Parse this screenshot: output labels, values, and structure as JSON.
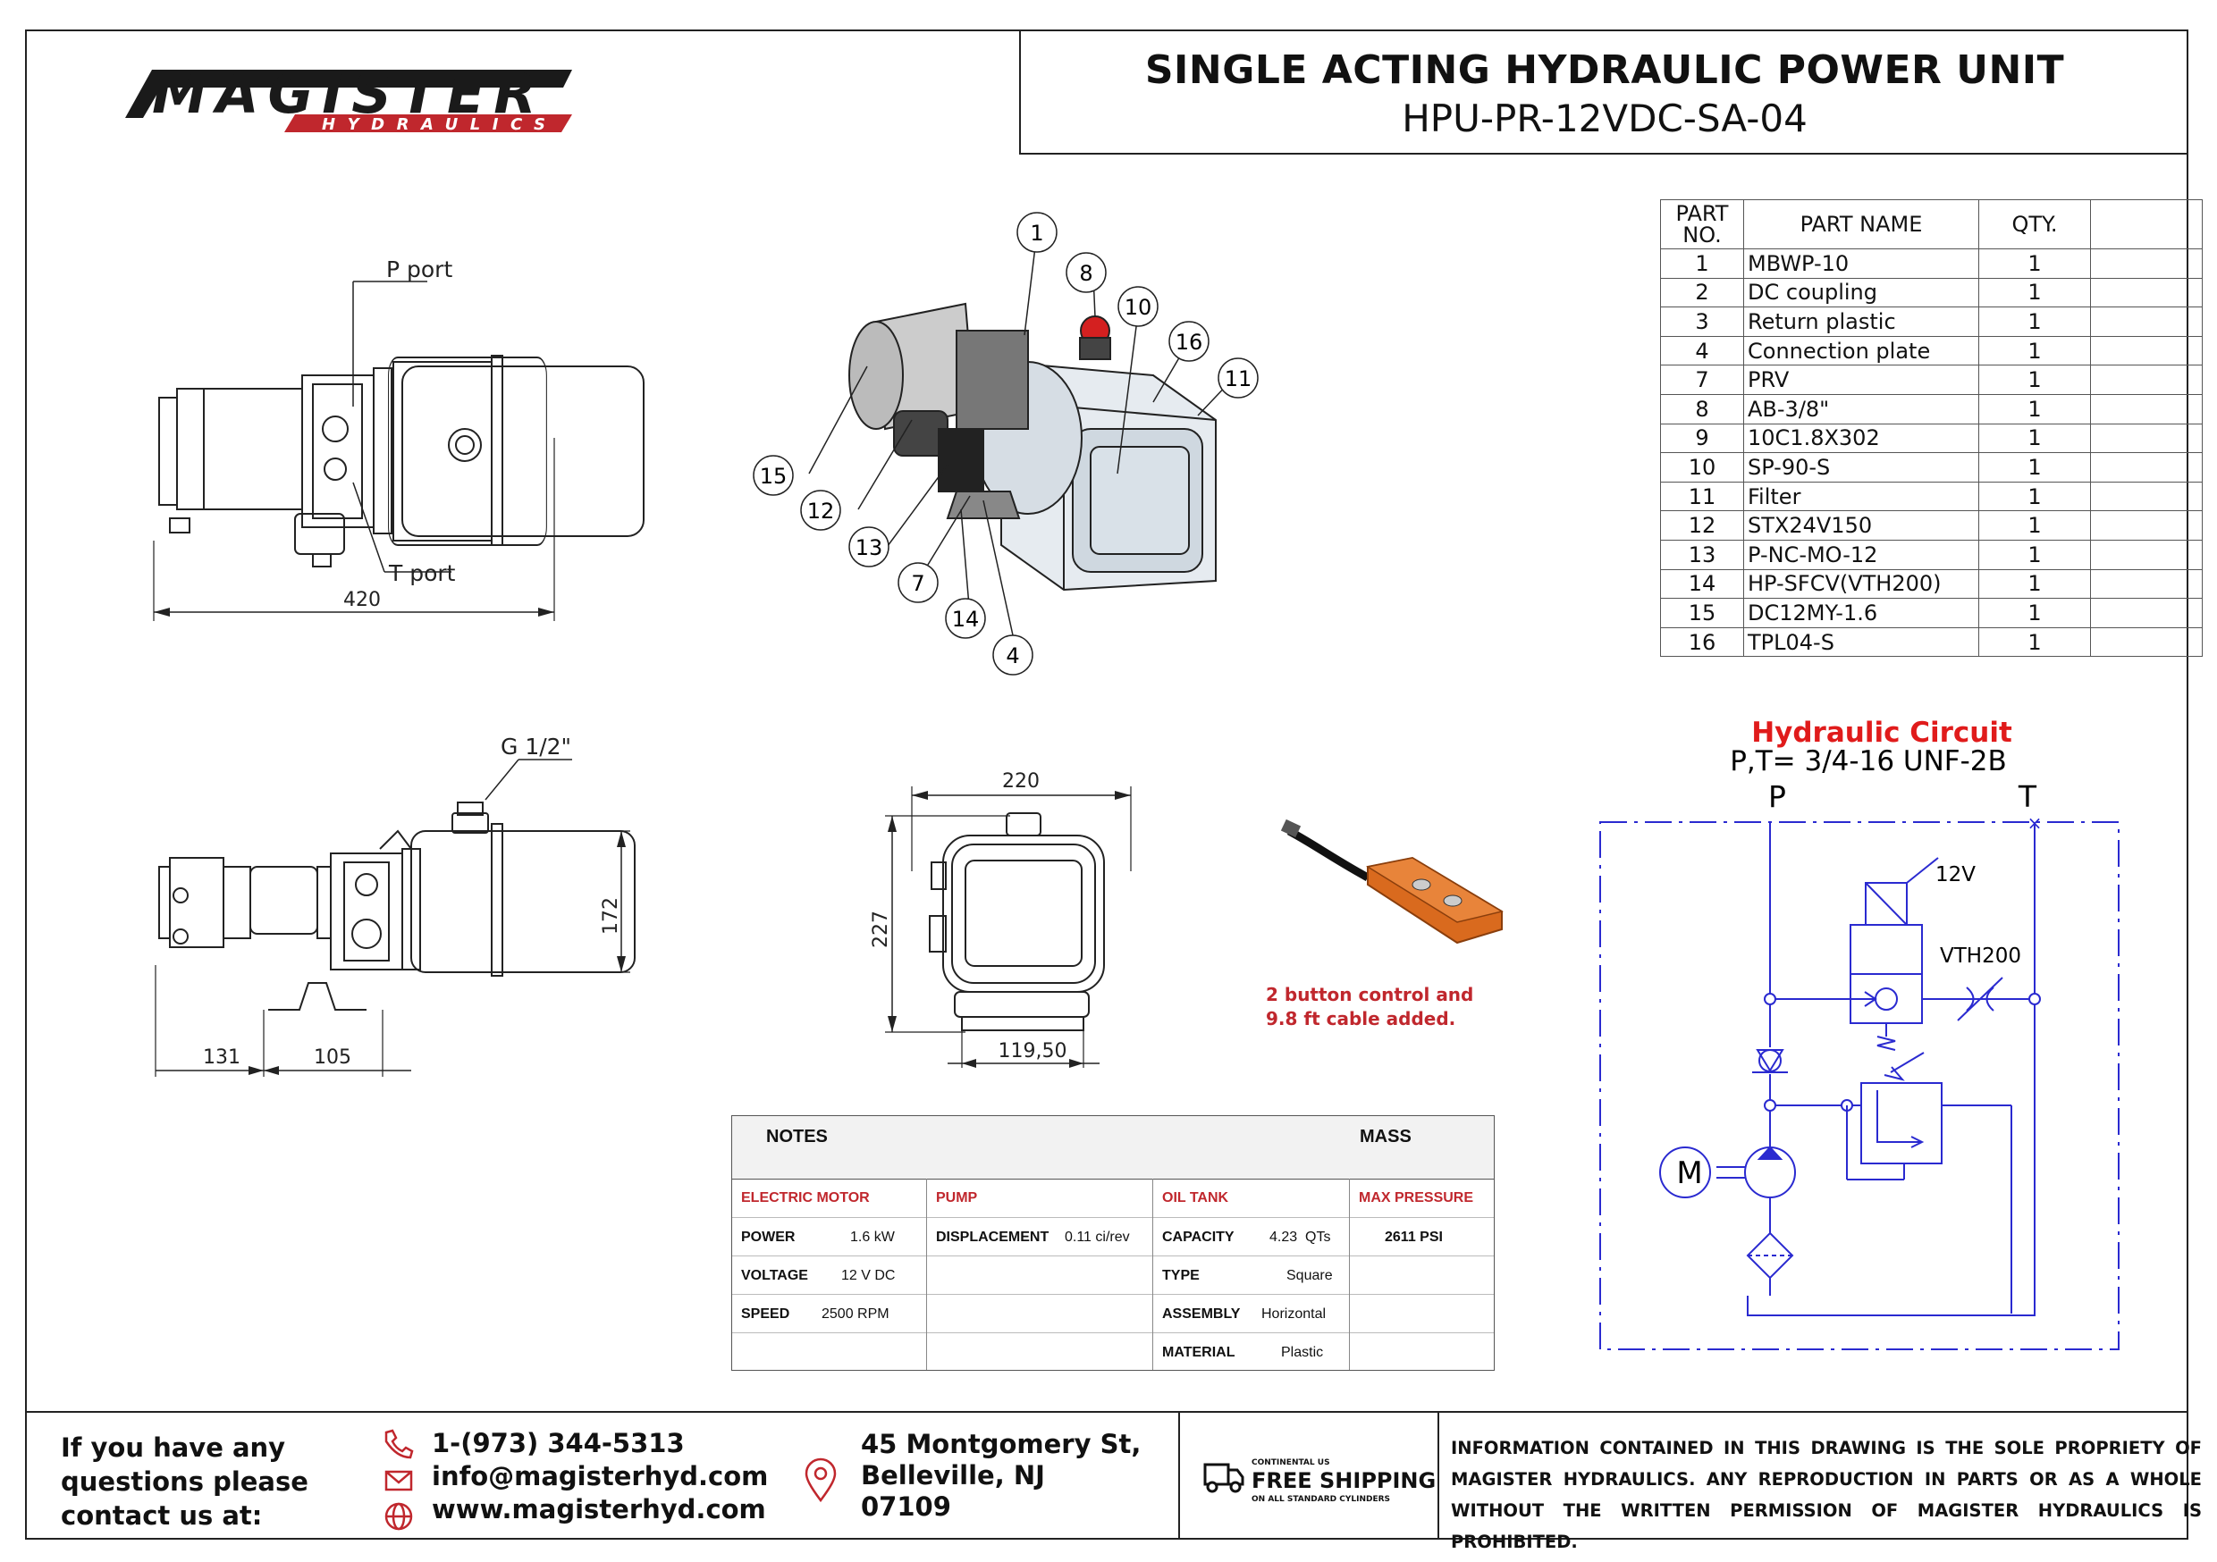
{
  "logo": {
    "brand": "MAGISTER",
    "sub": "HYDRAULICS"
  },
  "title": {
    "line1": "SINGLE ACTING HYDRAULIC POWER UNIT",
    "line2": "HPU-PR-12VDC-SA-04"
  },
  "side_view": {
    "p_port": "P port",
    "t_port": "T port",
    "length": "420"
  },
  "front_view": {
    "thread": "G 1/2\"",
    "height": "172",
    "dim1": "131",
    "dim2": "105"
  },
  "end_view": {
    "width": "220",
    "height": "227",
    "base": "119,50"
  },
  "balloons": [
    "1",
    "8",
    "10",
    "16",
    "11",
    "15",
    "12",
    "13",
    "7",
    "14",
    "4"
  ],
  "parts_table": {
    "headers": {
      "no": "PART NO.",
      "no_l1": "PART",
      "no_l2": "NO.",
      "name": "PART NAME",
      "qty": "QTY."
    },
    "rows": [
      {
        "no": "1",
        "name": "MBWP-10",
        "qty": "1"
      },
      {
        "no": "2",
        "name": "DC coupling",
        "qty": "1"
      },
      {
        "no": "3",
        "name": "Return plastic",
        "qty": "1"
      },
      {
        "no": "4",
        "name": "Connection plate",
        "qty": "1"
      },
      {
        "no": "7",
        "name": "PRV",
        "qty": "1"
      },
      {
        "no": "8",
        "name": "AB-3/8\"",
        "qty": "1"
      },
      {
        "no": "9",
        "name": "10C1.8X302",
        "qty": "1"
      },
      {
        "no": "10",
        "name": "SP-90-S",
        "qty": "1"
      },
      {
        "no": "11",
        "name": "Filter",
        "qty": "1"
      },
      {
        "no": "12",
        "name": "STX24V150",
        "qty": "1"
      },
      {
        "no": "13",
        "name": "P-NC-MO-12",
        "qty": "1"
      },
      {
        "no": "14",
        "name": "HP-SFCV(VTH200)",
        "qty": "1"
      },
      {
        "no": "15",
        "name": "DC12MY-1.6",
        "qty": "1"
      },
      {
        "no": "16",
        "name": "TPL04-S",
        "qty": "1"
      }
    ]
  },
  "control": {
    "line1": "2 button control and",
    "line2": "9.8 ft cable added."
  },
  "circuit": {
    "title": "Hydraulic Circuit",
    "ports": "P,T= 3/4-16 UNF-2B",
    "p": "P",
    "t": "T",
    "voltage": "12V",
    "valve": "VTH200",
    "motor": "M"
  },
  "notes": {
    "notes_label": "NOTES",
    "mass_label": "MASS",
    "motor": {
      "title": "ELECTRIC MOTOR",
      "power_l": "POWER",
      "power_v": "1.6 kW",
      "voltage_l": "VOLTAGE",
      "voltage_v": "12 V DC",
      "speed_l": "SPEED",
      "speed_v": "2500 RPM"
    },
    "pump": {
      "title": "PUMP",
      "disp_l": "DISPLACEMENT",
      "disp_v": "0.11 ci/rev"
    },
    "tank": {
      "title": "OIL TANK",
      "cap_l": "CAPACITY",
      "cap_v": "4.23  QTs",
      "type_l": "TYPE",
      "type_v": "Square",
      "asm_l": "ASSEMBLY",
      "asm_v": "Horizontal",
      "mat_l": "MATERIAL",
      "mat_v": "Plastic"
    },
    "pressure": {
      "title": "MAX PRESSURE",
      "value": "2611 PSI"
    }
  },
  "footer": {
    "contact_l1": "If you have any",
    "contact_l2": "questions please",
    "contact_l3": "contact us at:",
    "phone": "1-(973) 344-5313",
    "email": "info@magisterhyd.com",
    "web": "www.magisterhyd.com",
    "addr_l1": "45 Montgomery St,",
    "addr_l2": "Belleville, NJ",
    "addr_l3": "07109",
    "ship_top": "CONTINENTAL US",
    "ship_main": "FREE SHIPPING",
    "ship_bottom": "ON ALL STANDARD CYLINDERS",
    "legal": "INFORMATION CONTAINED IN THIS DRAWING IS THE SOLE PROPRIETY OF MAGISTER HYDRAULICS. ANY REPRODUCTION IN PARTS OR AS A WHOLE WITHOUT THE WRITTEN PERMISSION OF MAGISTER HYDRAULICS IS PROHIBITED."
  },
  "colors": {
    "red": "#c0272d",
    "blue": "#2a2ad0",
    "dark": "#222222"
  }
}
